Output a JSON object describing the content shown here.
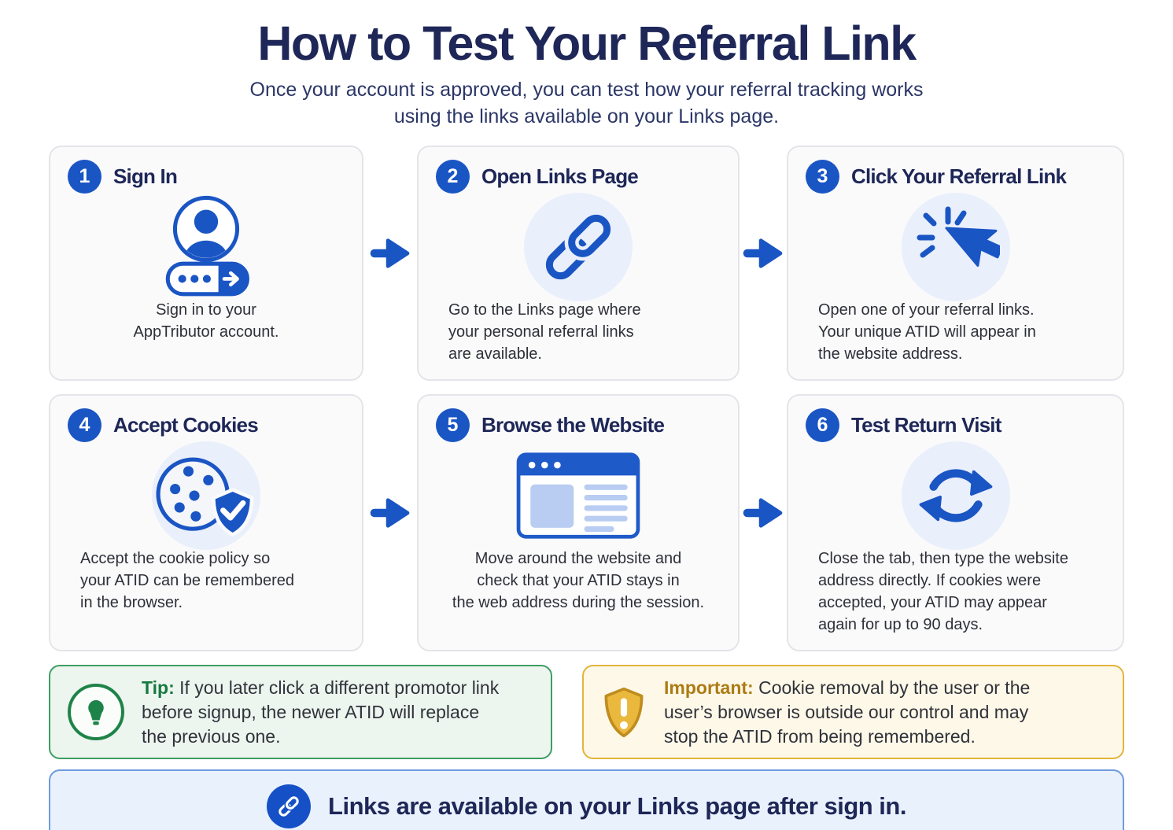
{
  "header": {
    "title": "How to Test Your Referral Link",
    "subtitle_lines": [
      "Once your account is approved, you can test how your referral tracking works",
      "using the links available on your Links page."
    ]
  },
  "steps": [
    {
      "number": "1",
      "title": "Sign In",
      "icon": "sign-in-avatar-icon",
      "description": [
        "Sign in to your",
        "AppTributor account."
      ]
    },
    {
      "number": "2",
      "title": "Open Links Page",
      "icon": "chain-link-icon",
      "description": [
        "Go to the Links page where",
        "your personal referral links",
        "are available."
      ]
    },
    {
      "number": "3",
      "title": "Click Your Referral Link",
      "icon": "cursor-click-icon",
      "description": [
        "Open one of your referral links.",
        "Your unique ATID will appear in",
        "the website address."
      ]
    },
    {
      "number": "4",
      "title": "Accept Cookies",
      "icon": "cookie-shield-icon",
      "description": [
        "Accept the cookie policy so",
        "your ATID can be remembered",
        "in the browser."
      ]
    },
    {
      "number": "5",
      "title": "Browse the Website",
      "icon": "browser-window-icon",
      "description": [
        "Move around the website and",
        "check that your ATID stays in",
        "the web address during the session."
      ]
    },
    {
      "number": "6",
      "title": "Test Return Visit",
      "icon": "refresh-arrows-icon",
      "description": [
        "Close the tab, then type the website",
        "address directly. If cookies were",
        "accepted, your ATID may appear",
        "again for up to 90 days."
      ]
    }
  ],
  "tip": {
    "label": "Tip:",
    "icon": "lightbulb-icon",
    "lines": [
      "If you later click a different promotor link",
      "before signup, the newer ATID will replace",
      "the previous one."
    ]
  },
  "important": {
    "label": "Important:",
    "icon": "shield-alert-icon",
    "lines": [
      "Cookie removal by the user or the",
      "user’s browser is outside our control and may",
      "stop the ATID from being remembered."
    ]
  },
  "footer": {
    "icon": "chain-link-icon",
    "text": "Links are available on your Links page after sign in."
  },
  "colors": {
    "primary_blue": "#1a55c4",
    "navy_text": "#1e2757",
    "body_text": "#2e3038",
    "card_bg": "#fafafb",
    "card_border": "#e4e5ea",
    "halo_blue": "#e9effb",
    "icon_fill_light": "#b9cdf2",
    "tip_green": "#157a3e",
    "tip_bg": "#edf5ef",
    "tip_border": "#3f9d63",
    "important_gold_text": "#ad7b14",
    "important_bg": "#fdf8e8",
    "important_border": "#e3b43c",
    "shield_gold": "#ebb83e",
    "footer_bg": "#e9f1fc",
    "footer_border": "#6f9ade"
  }
}
